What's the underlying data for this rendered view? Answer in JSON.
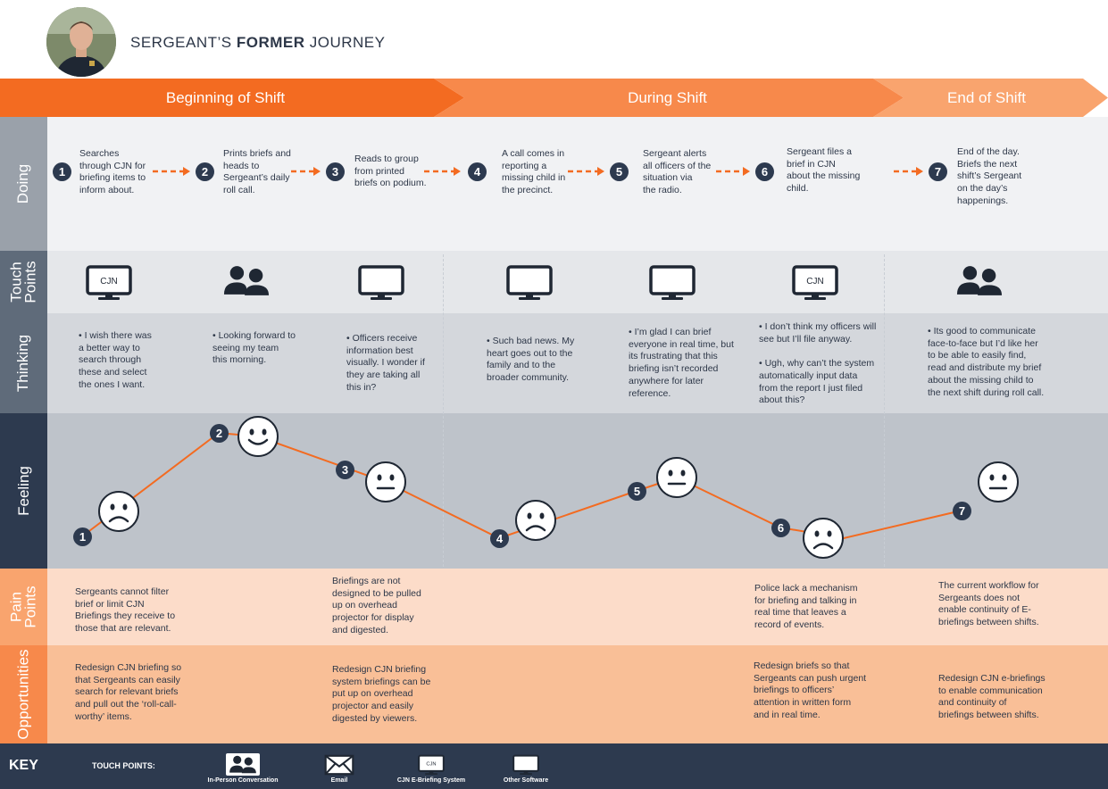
{
  "header": {
    "title_prefix": "SERGEANT’S ",
    "title_bold": "FORMER",
    "title_suffix": " JOURNEY"
  },
  "phases": [
    "Beginning of Shift",
    "During Shift",
    "End of Shift"
  ],
  "rows": {
    "doing": "Doing",
    "touch_points": "Touch Points",
    "thinking": "Thinking",
    "feeling": "Feeling",
    "pain_points": "Pain Points",
    "opportunities": "Opportunities"
  },
  "doing": [
    {
      "num": "1",
      "text": "Searches\nthrough CJN for\nbriefing items to\ninform about."
    },
    {
      "num": "2",
      "text": "Prints briefs and\nheads to\nSergeant’s daily\nroll call."
    },
    {
      "num": "3",
      "text": "Reads to group\nfrom printed\nbriefs on podium."
    },
    {
      "num": "4",
      "text": "A call comes in\nreporting a\nmissing child in\nthe precinct."
    },
    {
      "num": "5",
      "text": "Sergeant alerts\nall officers of the\nsituation via\nthe radio."
    },
    {
      "num": "6",
      "text": "Sergeant files a\nbrief in CJN\nabout the missing\nchild."
    },
    {
      "num": "7",
      "text": "End of the day.\nBriefs the next\nshift’s Sergeant\non the day’s\nhappenings."
    }
  ],
  "touch_points": [
    {
      "icon": "cjn-monitor-icon",
      "label": "CJN"
    },
    {
      "icon": "people-icon",
      "label": ""
    },
    {
      "icon": "monitor-icon",
      "label": ""
    },
    {
      "icon": "monitor-icon",
      "label": ""
    },
    {
      "icon": "monitor-icon",
      "label": ""
    },
    {
      "icon": "cjn-monitor-icon",
      "label": "CJN"
    },
    {
      "icon": "people-icon",
      "label": ""
    }
  ],
  "thinking": [
    "• I wish there was\na better way to\nsearch through\nthese and select\nthe ones I want.",
    "• Looking forward to\nseeing my team\n this morning.",
    "• Officers receive\ninformation best\nvisually. I wonder if\nthey are taking all\nthis in?",
    "• Such bad news. My\nheart goes out to the\nfamily and to the\nbroader community.",
    "• I’m glad I can brief\neveryone in real time, but\nits frustrating that this\nbriefing isn’t recorded\nanywhere for later\nreference.",
    "• I don’t think my officers will\nsee but I’ll file anyway.\n\n• Ugh, why can’t the system\nautomatically input data\nfrom the report I just filed\nabout this?",
    "• Its good to communicate\nface-to-face but I’d like her\nto be able to easily find,\nread and distribute my brief\nabout the missing child to\nthe next shift during roll call."
  ],
  "feeling": [
    {
      "num": "1",
      "mood": "sad"
    },
    {
      "num": "2",
      "mood": "happy"
    },
    {
      "num": "3",
      "mood": "neutral"
    },
    {
      "num": "4",
      "mood": "sad"
    },
    {
      "num": "5",
      "mood": "neutral"
    },
    {
      "num": "6",
      "mood": "sad"
    },
    {
      "num": "7",
      "mood": "neutral"
    }
  ],
  "pain_points": [
    "Sergeants cannot filter\nbrief or limit  CJN\nBriefings they receive to\nthose that are relevant.",
    "Briefings are not\ndesigned to be pulled\nup on overhead\nprojector for display\nand digested.",
    "Police lack a mechanism\nfor briefing and talking in\nreal time that leaves a\nrecord of events.",
    "The current workflow for\nSergeants does not\nenable continuity of E-\nbriefings between shifts."
  ],
  "opportunities": [
    "Redesign CJN briefing so\nthat Sergeants can easily\nsearch for relevant briefs\nand pull out the ‘roll-call-\nworthy’ items.",
    "Redesign CJN briefing\nsystem briefings can be\nput up on overhead\nprojector and easily\ndigested by viewers.",
    "Redesign briefs so that\nSergeants can push urgent\nbriefings to officers’\nattention in written form\nand in real time.",
    "Redesign CJN e-briefings\nto enable communication\nand continuity of\nbriefings between shifts."
  ],
  "key": {
    "title": "KEY",
    "subtitle": "TOUCH POINTS:",
    "items": [
      {
        "icon": "people-icon",
        "label": "In-Person Conversation",
        "badge": ""
      },
      {
        "icon": "email-icon",
        "label": "Email",
        "badge": ""
      },
      {
        "icon": "cjn-monitor-icon",
        "label": "CJN E-Briefing System",
        "badge": "CJN"
      },
      {
        "icon": "monitor-icon",
        "label": "Other Software",
        "badge": ""
      }
    ]
  },
  "colors": {
    "orange_dark": "#f36b21",
    "orange_mid": "#f7894b",
    "orange_light": "#f9a46e",
    "navy": "#2d3a4f",
    "slate": "#5f6b7a",
    "gray_label": "#9aa1aa"
  }
}
